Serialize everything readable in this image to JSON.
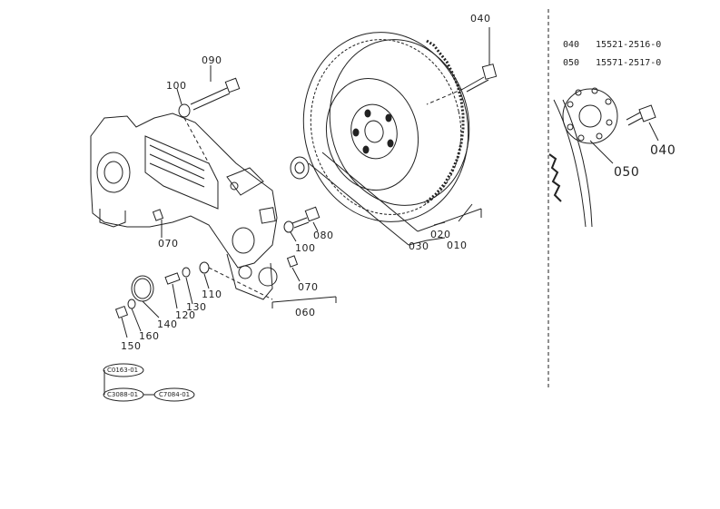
{
  "part_list": [
    {
      "no": "040",
      "part_number": "15521-2516-0"
    },
    {
      "no": "050",
      "part_number": "15571-2517-0"
    }
  ],
  "callouts": {
    "c040": "040",
    "c090": "090",
    "c100a": "100",
    "c070a": "070",
    "c080": "080",
    "c100b": "100",
    "c020": "020",
    "c030": "030",
    "c010": "010",
    "c070b": "070",
    "c060": "060",
    "c110": "110",
    "c130": "130",
    "c120": "120",
    "c140": "140",
    "c160": "160",
    "c150": "150",
    "inset040": "040",
    "inset050": "050"
  },
  "references": {
    "r1": "C0163-01",
    "r2": "C3088-01",
    "r3": "C7084-01"
  }
}
